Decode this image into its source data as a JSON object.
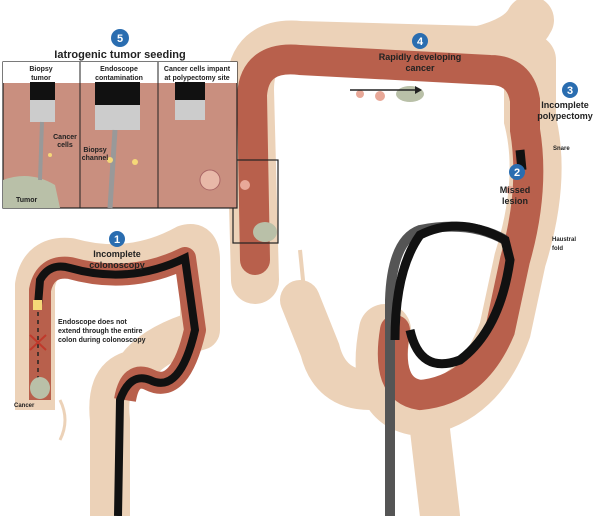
{
  "colors": {
    "colon_outer": "#ecd2b8",
    "colon_inner": "#b8604c",
    "scope": "#111111",
    "badge": "#2a6db0",
    "tumor": "#b9c0a8"
  },
  "panel5": {
    "number": "5",
    "title": "Iatrogenic tumor seeding",
    "sub1": {
      "title_line1": "Biopsy",
      "title_line2": "tumor",
      "label_cells_1": "Cancer",
      "label_cells_2": "cells",
      "label_tumor": "Tumor"
    },
    "sub2": {
      "title_line1": "Endoscope",
      "title_line2": "contamination",
      "label_1": "Biopsy",
      "label_2": "channel"
    },
    "sub3": {
      "title_line1": "Cancer cells impant",
      "title_line2": "at polypectomy site"
    }
  },
  "step1": {
    "number": "1",
    "title_line1": "Incomplete",
    "title_line2": "colonoscopy",
    "note_line1": "Endoscope does not",
    "note_line2": "extend through the entire",
    "note_line3": "colon during colonoscopy",
    "cancer_label": "Cancer"
  },
  "step2": {
    "number": "2",
    "title_line1": "Missed",
    "title_line2": "lesion"
  },
  "step3": {
    "number": "3",
    "title_line1": "Incomplete",
    "title_line2": "polypectomy",
    "snare_label": "Snare"
  },
  "step4": {
    "number": "4",
    "title_line1": "Rapidly developing",
    "title_line2": "cancer"
  },
  "haustral": {
    "line1": "Haustral",
    "line2": "fold"
  }
}
